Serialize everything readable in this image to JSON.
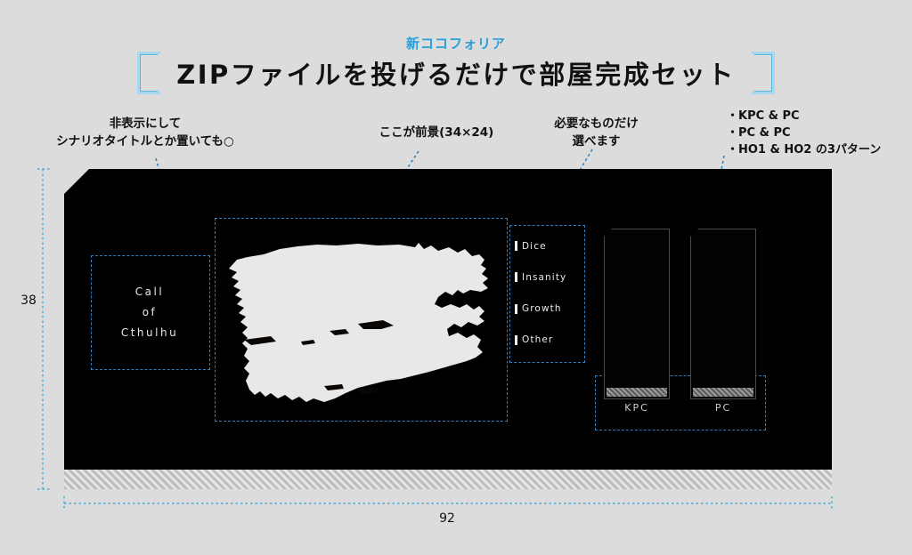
{
  "header": {
    "kicker": "新ココフォリア",
    "title": "ZIPファイルを投げるだけで部屋完成セット",
    "bracket_left": "[",
    "bracket_right": "]",
    "accent_color": "#2a9fd8",
    "bracket_color": "#a8d8ef"
  },
  "annotations": {
    "hidden_title": {
      "line1": "非表示にして",
      "line2": "シナリオタイトルとか置いても○"
    },
    "foreground": {
      "line1": "ここが前景(34×24)"
    },
    "choose": {
      "line1": "必要なものだけ",
      "line2": "選べます"
    },
    "patterns": {
      "line1": "・KPC & PC",
      "line2": "・PC & PC",
      "line3": "・HO1 & HO2 の3パターン"
    }
  },
  "room": {
    "background_color": "#000000",
    "title_card": {
      "line1": "Call",
      "line2": "of",
      "line3": "Cthulhu"
    },
    "menu": {
      "items": [
        {
          "label": "Dice"
        },
        {
          "label": "Insanity"
        },
        {
          "label": "Growth"
        },
        {
          "label": "Other"
        }
      ]
    },
    "stands": [
      {
        "label": "KPC"
      },
      {
        "label": "PC"
      }
    ]
  },
  "dimensions": {
    "height": "38",
    "width": "92"
  }
}
